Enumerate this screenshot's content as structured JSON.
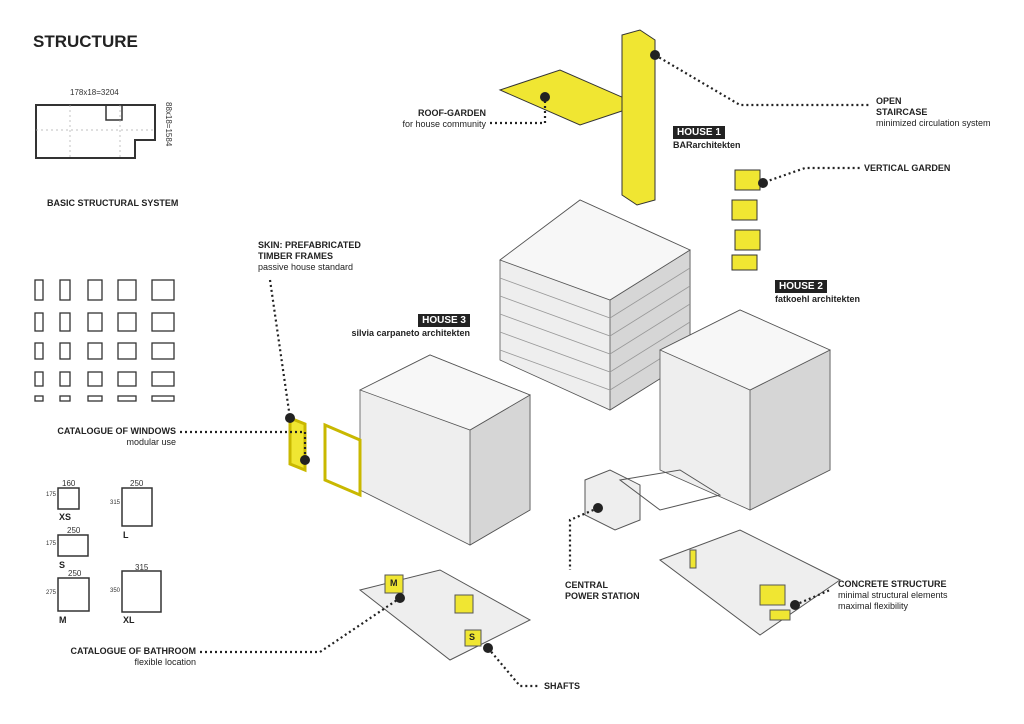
{
  "title": "STRUCTURE",
  "structural_system": {
    "width_dim": "178x18=3204",
    "depth_dim": "88x18=1584",
    "label": "BASIC STRUCTURAL SYSTEM"
  },
  "skin": {
    "title_1": "SKIN: PREFABRICATED",
    "title_2": "TIMBER FRAMES",
    "sub": "passive house standard"
  },
  "windows": {
    "title": "CATALOGUE OF WINDOWS",
    "sub": "modular use"
  },
  "bathroom": {
    "title": "CATALOGUE OF BATHROOM",
    "sub": "flexible location",
    "types": [
      {
        "name": "XS",
        "w": "160",
        "h": "175"
      },
      {
        "name": "L",
        "w": "250",
        "h": "315"
      },
      {
        "name": "S",
        "w": "250",
        "h": "175"
      },
      {
        "name": "M",
        "w": "250",
        "h": "275"
      },
      {
        "name": "XL",
        "w": "315",
        "h": "350"
      }
    ]
  },
  "roof_garden": {
    "title": "ROOF-GARDEN",
    "sub": "for house community"
  },
  "house1": {
    "tag": "HOUSE 1",
    "architect": "BARarchitekten"
  },
  "staircase": {
    "title_1": "OPEN",
    "title_2": "STAIRCASE",
    "sub": "minimized circulation system"
  },
  "vertical_garden": {
    "title": "VERTICAL GARDEN"
  },
  "house2": {
    "tag": "HOUSE 2",
    "architect": "fatkoehl architekten"
  },
  "house3": {
    "tag": "HOUSE 3",
    "architect": "silvia carpaneto architekten"
  },
  "power_station": {
    "title_1": "CENTRAL",
    "title_2": "POWER STATION"
  },
  "concrete": {
    "title": "CONCRETE STRUCTURE",
    "sub_1": "minimal structural elements",
    "sub_2": "maximal flexibility"
  },
  "shafts": {
    "title": "SHAFTS",
    "box_m": "M",
    "box_s": "S"
  },
  "colors": {
    "accent": "#f0e632",
    "ink": "#222222",
    "grey": "#d9d9d9"
  }
}
